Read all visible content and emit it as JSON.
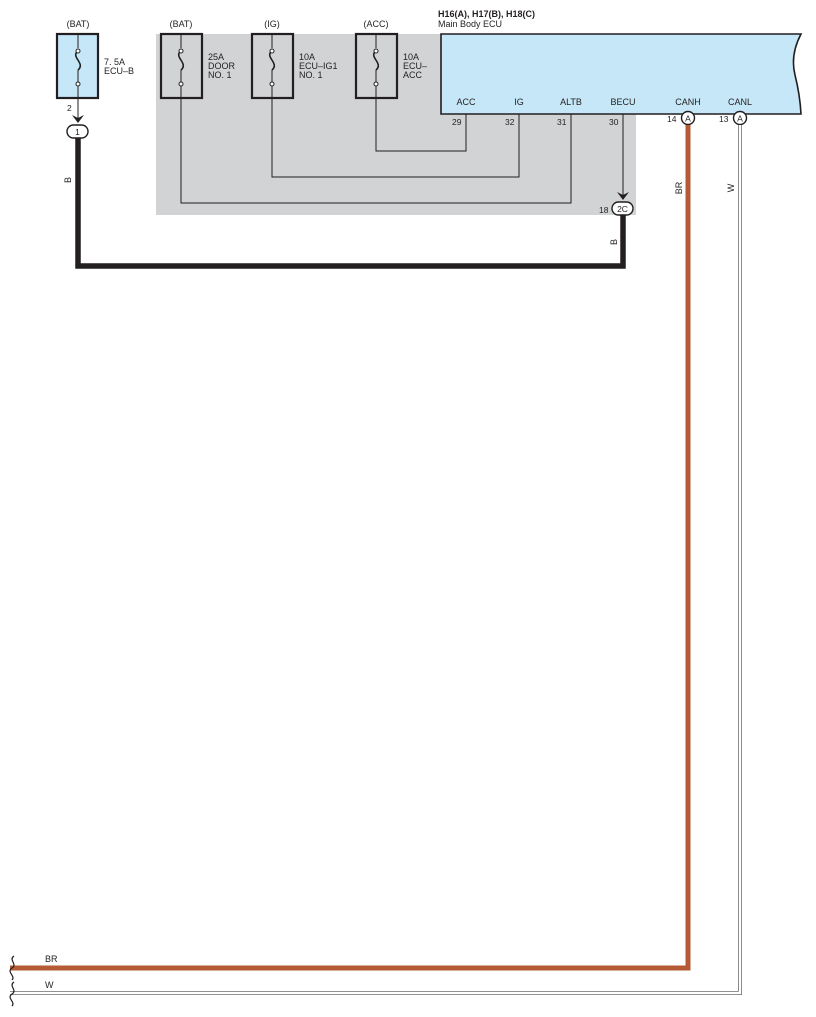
{
  "colors": {
    "ecu_fill": "#c5e7f7",
    "junction_block_fill": "#d1d3d4",
    "wire_black": "#231f20",
    "wire_brown": "#b55a34",
    "wire_white_outline": "#6d6e71"
  },
  "fuses": [
    {
      "source": "(BAT)",
      "rating": "7. 5A",
      "name_line1": "ECU–B",
      "name_line2": ""
    },
    {
      "source": "(BAT)",
      "rating": "25A",
      "name_line1": "DOOR",
      "name_line2": "NO. 1"
    },
    {
      "source": "(IG)",
      "rating": "10A",
      "name_line1": "ECU–IG1",
      "name_line2": "NO. 1"
    },
    {
      "source": "(ACC)",
      "rating": "10A",
      "name_line1": "ECU–",
      "name_line2": "ACC"
    }
  ],
  "ecu": {
    "connectors_label": "H16(A), H17(B), H18(C)",
    "name": "Main Body ECU",
    "terminals": [
      {
        "name": "ACC",
        "pin": "29"
      },
      {
        "name": "IG",
        "pin": "32"
      },
      {
        "name": "ALTB",
        "pin": "31"
      },
      {
        "name": "BECU",
        "pin": "30"
      },
      {
        "name": "CANH",
        "pin": "14",
        "connector": "A"
      },
      {
        "name": "CANL",
        "pin": "13",
        "connector": "A"
      }
    ]
  },
  "connectors": {
    "fuse_ecub_pin": "2",
    "fuse_ecub_connector": "1",
    "jb_pin": "18",
    "jb_connector": "2C"
  },
  "wire_colors": {
    "ecub_wire": "B",
    "becu_wire": "B",
    "canh_wire": "BR",
    "canl_wire": "W",
    "bottom_canh": "BR",
    "bottom_canl": "W"
  }
}
